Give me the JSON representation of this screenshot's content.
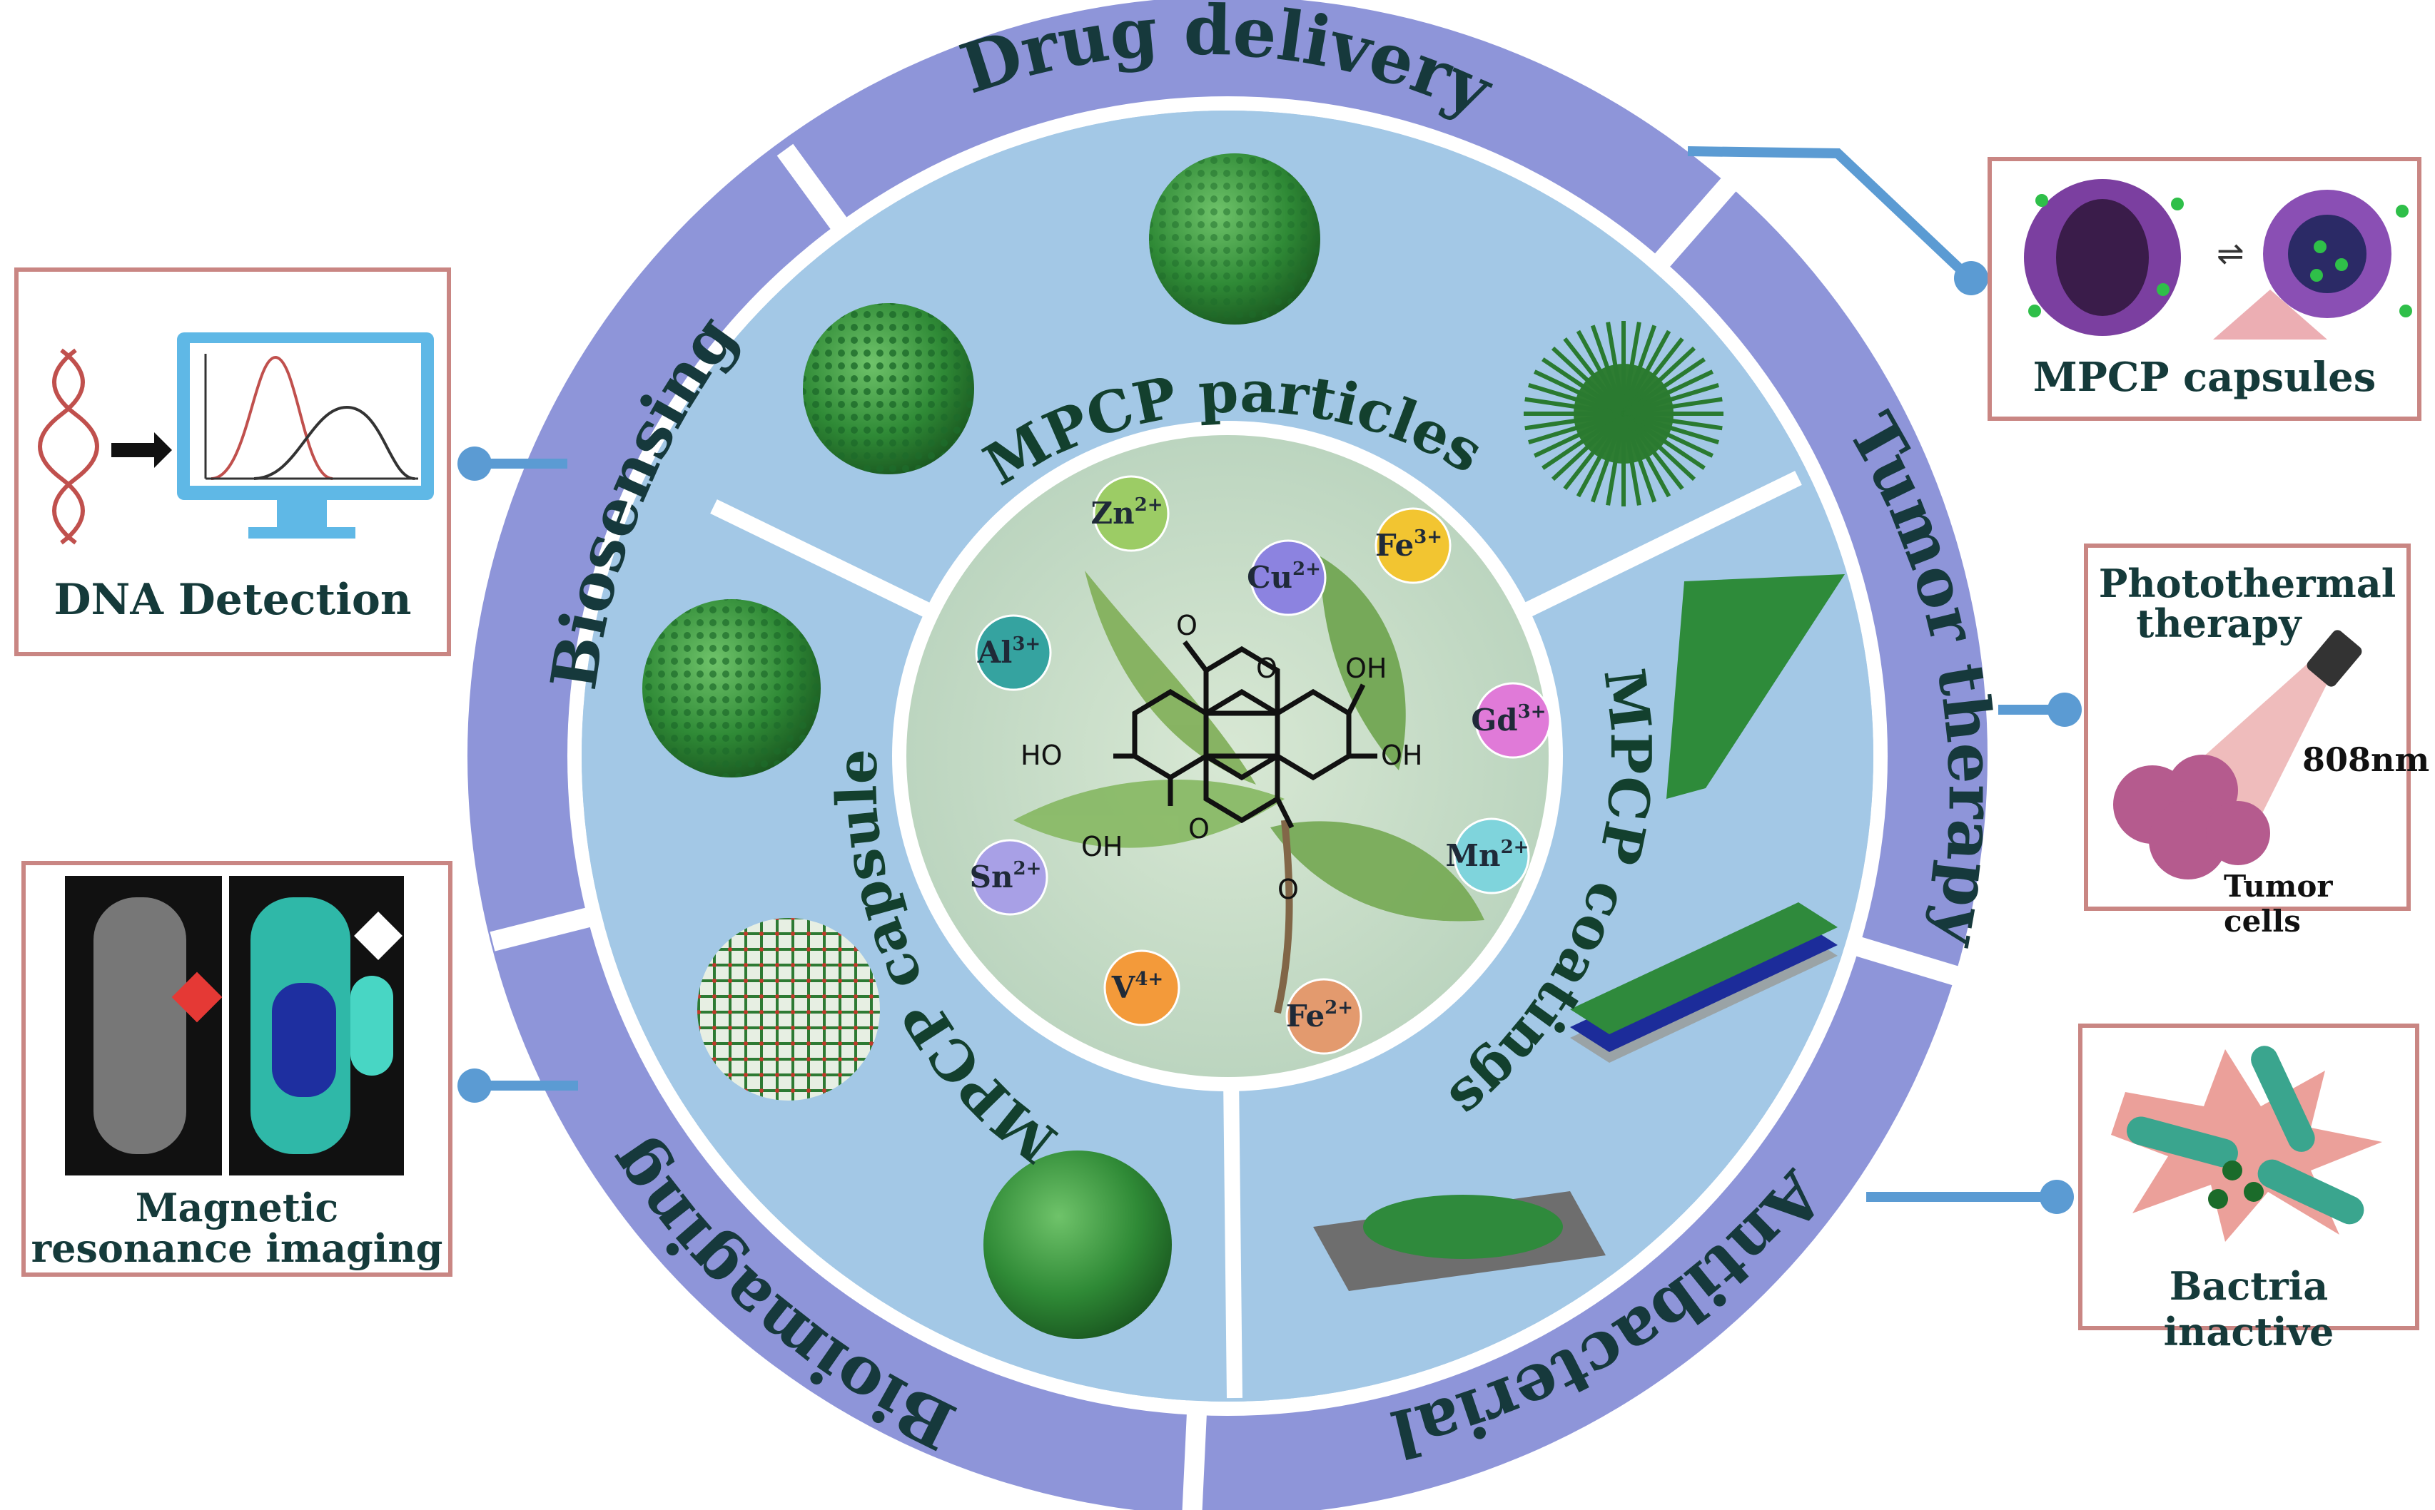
{
  "ring_sectors": [
    {
      "id": "drug-delivery",
      "label": "Drug delivery"
    },
    {
      "id": "tumor-therapy",
      "label": "Tumor therapy"
    },
    {
      "id": "antibacterial",
      "label": "Antibacterial"
    },
    {
      "id": "bioimaging",
      "label": "Bioimaging"
    },
    {
      "id": "biosensing",
      "label": "Biosensing"
    }
  ],
  "inner_sectors": [
    {
      "id": "particles",
      "label": "MPCP particles"
    },
    {
      "id": "coatings",
      "label": "MPCP coatings"
    },
    {
      "id": "capsules",
      "label": "MPCP capsules"
    }
  ],
  "ions": [
    {
      "base": "Zn",
      "charge": "2+",
      "color": "#9ccc65"
    },
    {
      "base": "Cu",
      "charge": "2+",
      "color": "#8c83e0"
    },
    {
      "base": "Fe",
      "charge": "3+",
      "color": "#f2c531"
    },
    {
      "base": "Al",
      "charge": "3+",
      "color": "#35a3a0"
    },
    {
      "base": "Gd",
      "charge": "3+",
      "color": "#e07ad8"
    },
    {
      "base": "Mn",
      "charge": "2+",
      "color": "#7fd4dc"
    },
    {
      "base": "Sn",
      "charge": "2+",
      "color": "#a8a0e6"
    },
    {
      "base": "V",
      "charge": "4+",
      "color": "#f39a3a"
    },
    {
      "base": "Fe",
      "charge": "2+",
      "color": "#e39a6e"
    }
  ],
  "molecule_labels": {
    "o": "O",
    "oh": "OH",
    "ho": "HO"
  },
  "panels": {
    "dna": {
      "label": "DNA Detection"
    },
    "mri": {
      "label_line1": "Magnetic",
      "label_line2": "resonance  imaging"
    },
    "capsules": {
      "label": "MPCP  capsules"
    },
    "photothermal": {
      "title_line1": "Photothermal",
      "title_line2": "therapy",
      "wavelength": "808nm",
      "tumor": "Tumor cells"
    },
    "bacteria": {
      "label": "Bactria inactive"
    }
  },
  "colors": {
    "ring": "#8e95d9",
    "inner": "#a3c8e6",
    "core": "#c5dccc",
    "connector": "#5b9bd3",
    "panel_border": "#c98683"
  }
}
